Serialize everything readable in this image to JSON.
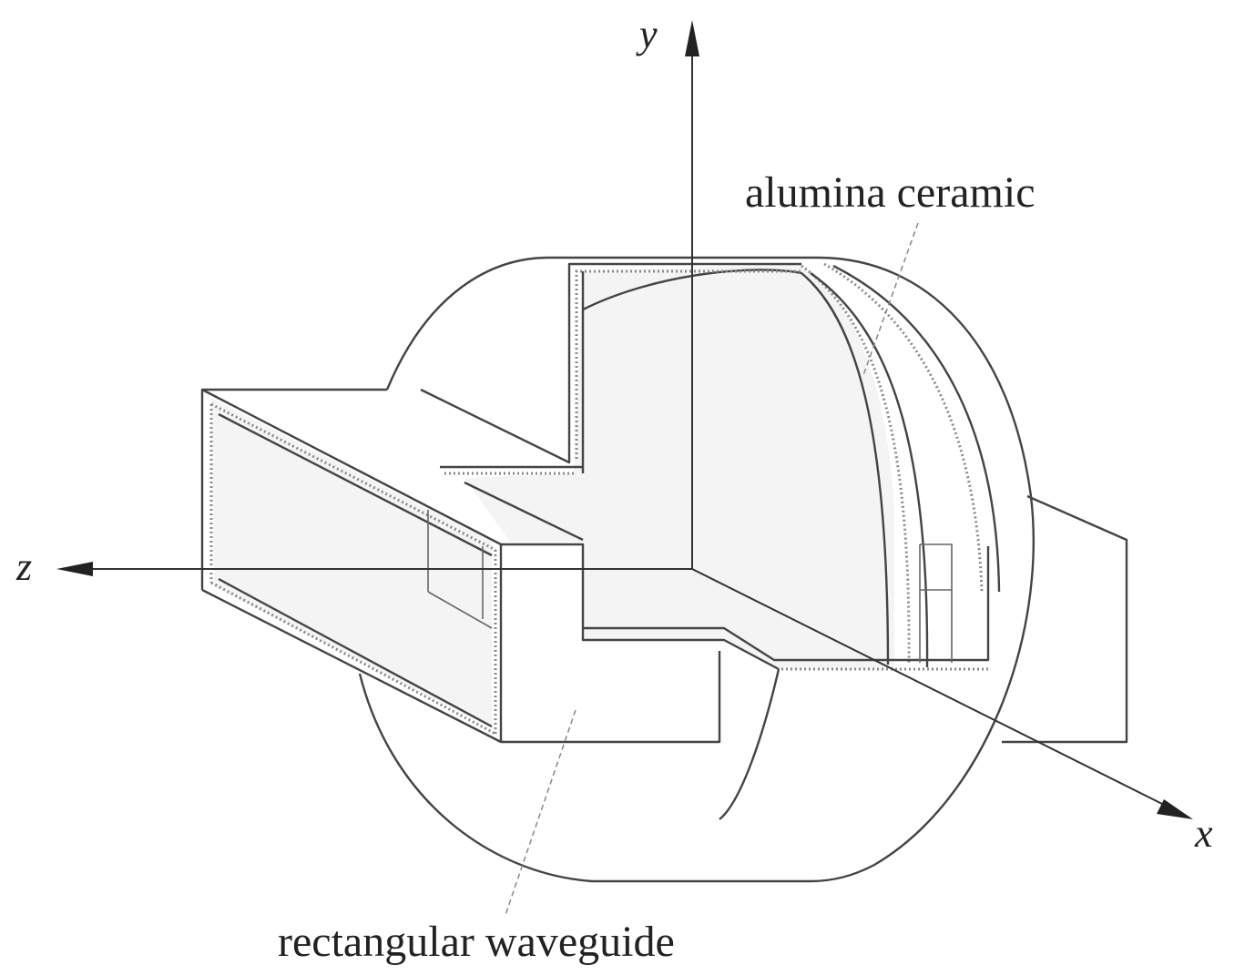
{
  "axes": {
    "x_label": "x",
    "y_label": "y",
    "z_label": "z"
  },
  "callouts": {
    "ceramic": "alumina ceramic",
    "waveguide": "rectangular waveguide"
  },
  "colors": {
    "line": "#444444",
    "background": "#ffffff"
  }
}
